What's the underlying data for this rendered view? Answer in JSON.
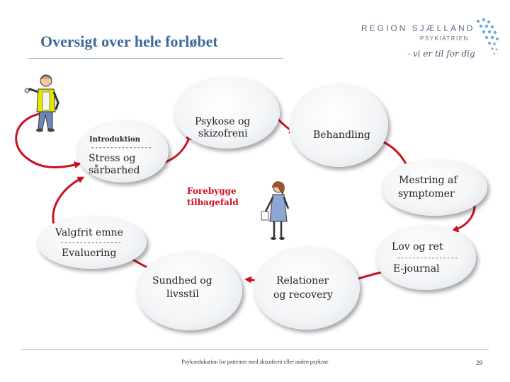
{
  "title": "Oversigt over hele forløbet",
  "logo": {
    "name": "REGION SJÆLLAND",
    "subtitle": "PSYKIATRIEN",
    "tagline": "- vi er til for dig",
    "colors": {
      "primary": "#5b6f86",
      "accent": "#6fa8dc"
    }
  },
  "colors": {
    "title": "#3c6a9b",
    "arrow": "#cc1122",
    "node_fill": "#f3f5f7"
  },
  "nodes": {
    "intro": {
      "line1": "Introduktion",
      "dashes": "----------------",
      "line2": "Stress og",
      "line3": "sårbarhed"
    },
    "psykose": {
      "line1": "Psykose og",
      "line2": "skizofreni"
    },
    "behandling": {
      "label": "Behandling"
    },
    "mestring": {
      "line1": "Mestring af",
      "line2": "symptomer"
    },
    "valgfrit": {
      "line1": "Valgfrit emne",
      "dashes": "----------------",
      "line2": "Evaluering"
    },
    "lov": {
      "line1": "Lov og ret",
      "dashes": "----------------",
      "line2": "E-journal"
    },
    "sundhed": {
      "line1": "Sundhed og",
      "line2": "livsstil"
    },
    "relationer": {
      "line1": "Relationer",
      "line2": "og recovery"
    }
  },
  "center_label": {
    "line1": "Forebygge",
    "line2": "tilbagefald"
  },
  "footer": {
    "text": "Psykoedukation for patienter med skizofreni eller anden psykose",
    "page": "29"
  }
}
